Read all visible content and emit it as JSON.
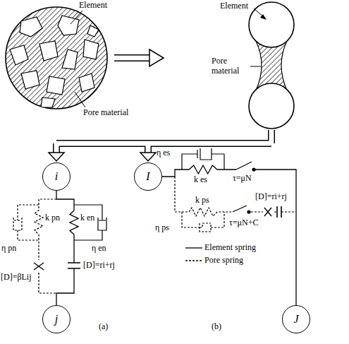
{
  "diagram": {
    "nodes": [
      {
        "text": [
          "i"
        ]
      },
      {
        "text": [
          "I"
        ]
      },
      {
        "text": [
          "j"
        ]
      },
      {
        "text": [
          "J"
        ]
      }
    ],
    "edges": [
      {
        "from": 0,
        "to": 2,
        "arrow": "none"
      },
      {
        "from": 1,
        "to": 3,
        "arrow": "none"
      }
    ],
    "labels": [
      "Element",
      "Pore material",
      "Element",
      "Pore material",
      "k pn",
      "k en",
      "η pn",
      "η en",
      "[D]=βLij",
      "[D]=ri+rj",
      "η es",
      "k es",
      "τ=μN",
      "k ps",
      "[D]=ri+rj",
      "η ps",
      "τ=μN+C",
      "(a)",
      "(b)"
    ],
    "legend": [
      {
        "text": "Element spring"
      },
      {
        "text": "Pore spring"
      }
    ]
  }
}
